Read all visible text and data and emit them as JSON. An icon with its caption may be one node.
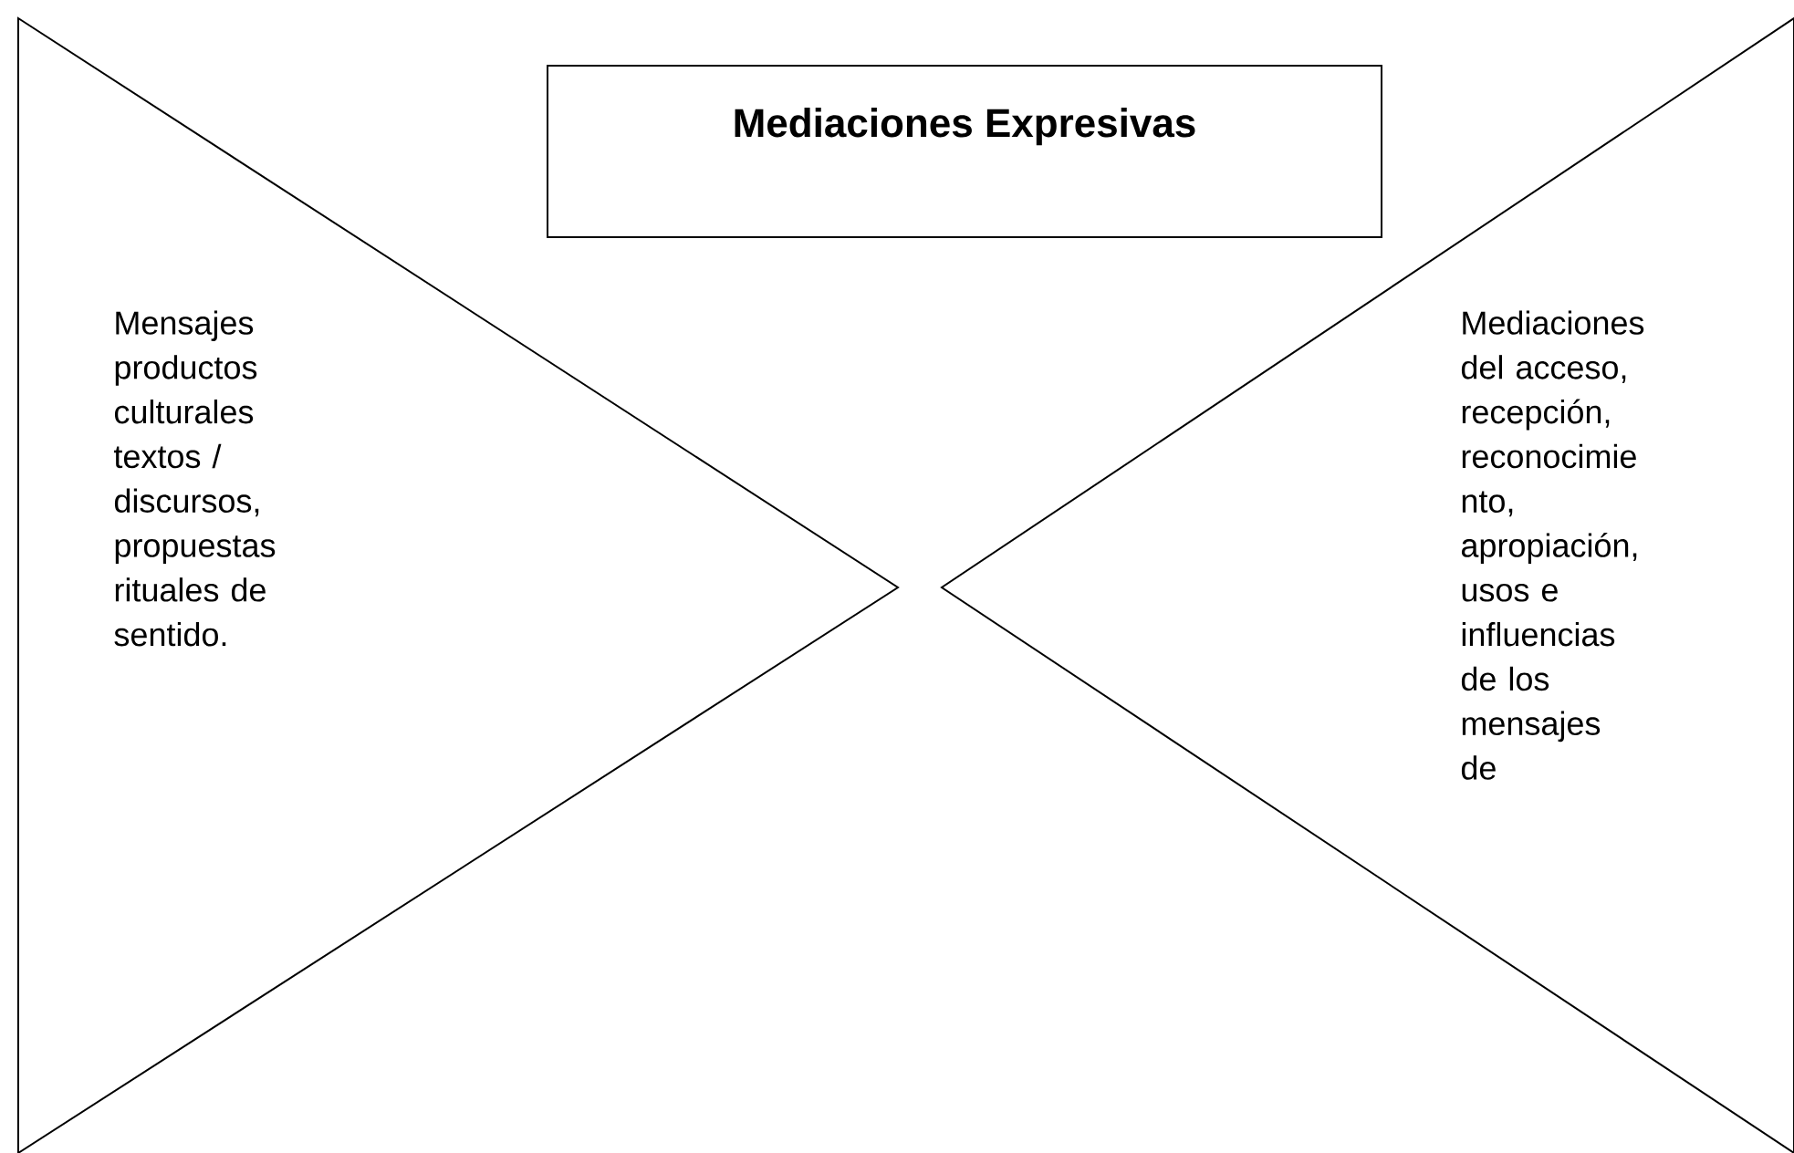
{
  "diagram": {
    "nodes": [
      {
        "text": [
          "Mediaciones Expresivas"
        ]
      },
      {
        "text": [
          "Mensajes productos culturales textos / discursos, propuestas rituales de sentido."
        ]
      },
      {
        "text": [
          "Mediaciones del acceso, recepción, reconocimie nto, apropiación, usos e influencias de los mensajes de"
        ]
      }
    ]
  }
}
